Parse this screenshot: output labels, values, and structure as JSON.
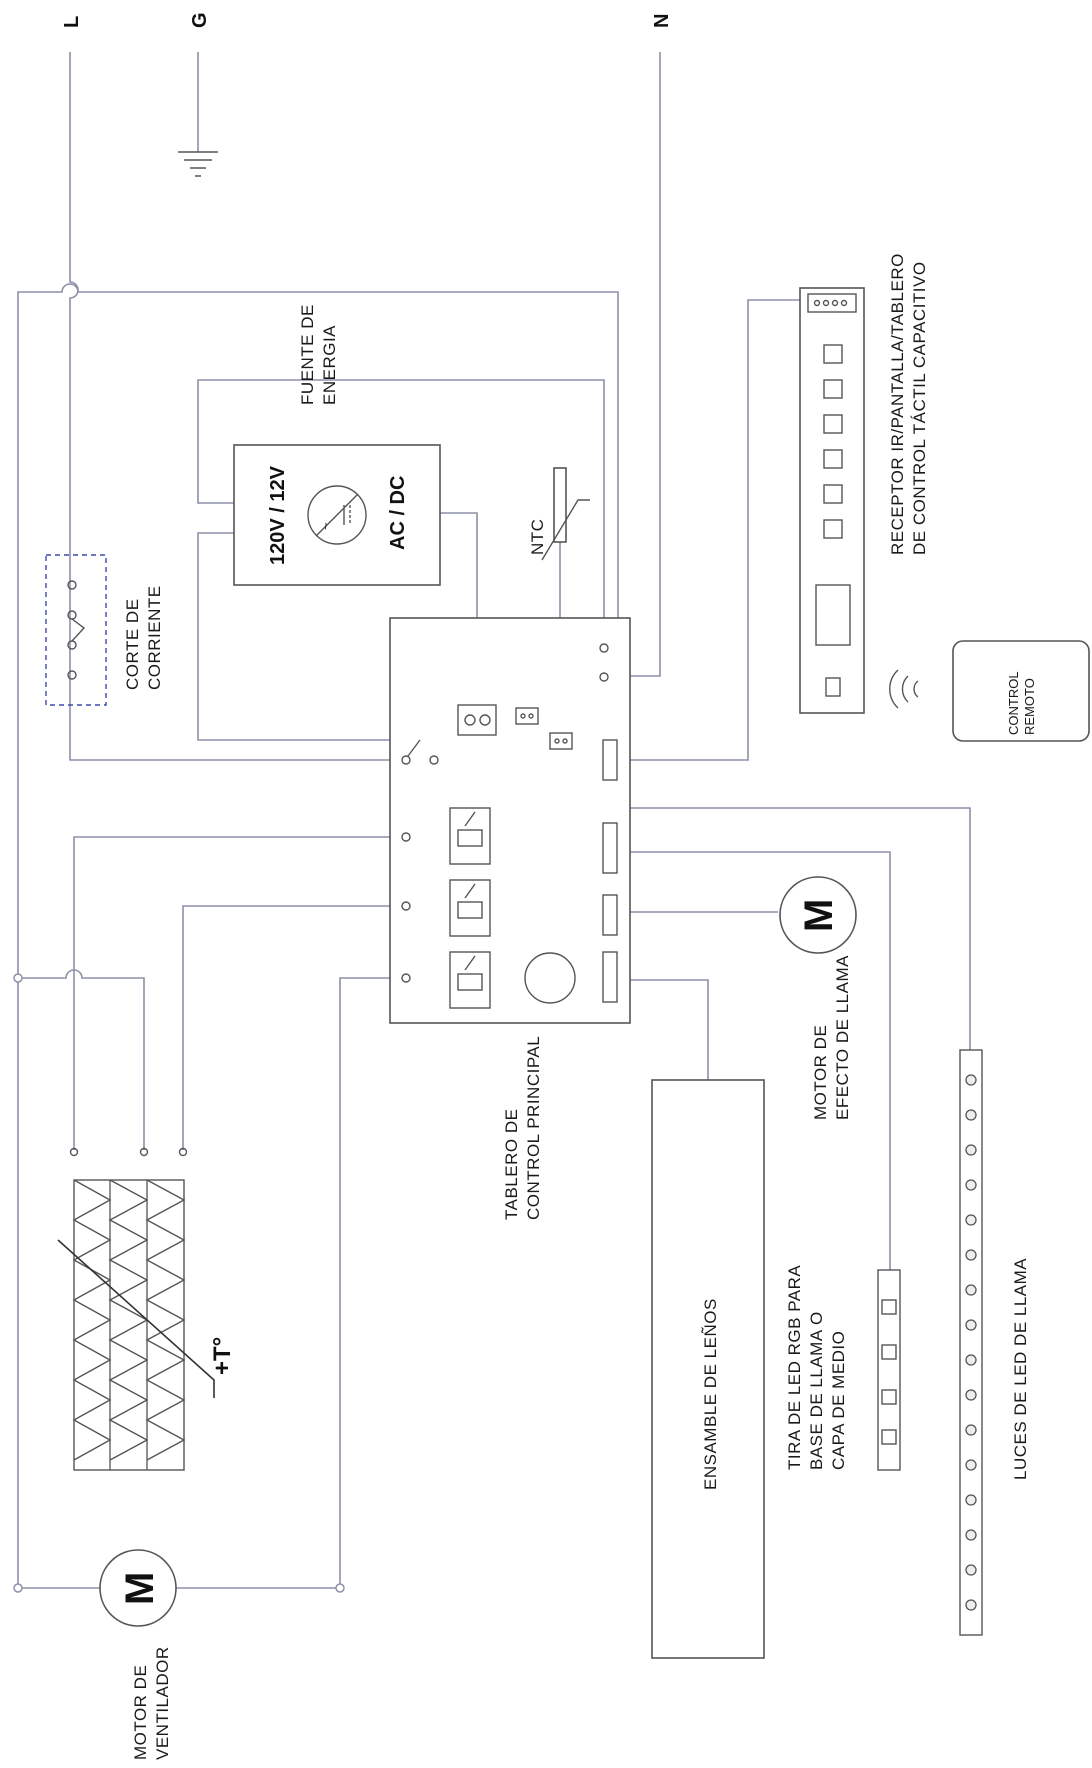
{
  "diagram": {
    "terminals": {
      "line": "L",
      "ground": "G",
      "neutral": "N"
    },
    "labels": {
      "cutoff": [
        "CORTE DE",
        "CORRIENTE"
      ],
      "power_supply": [
        "FUENTE DE",
        "ENERGIA"
      ],
      "voltage": "120V / 12V",
      "acdc": "AC / DC",
      "ntc": "NTC",
      "receiver": [
        "RECEPTOR IR/PANTALLA/TABLERO",
        "DE CONTROL TÁCTIL CAPACITIVO"
      ],
      "remote": [
        "CONTROL",
        "REMOTO"
      ],
      "main_board": [
        "TABLERO DE",
        "CONTROL PRINCIPAL"
      ],
      "flame_motor": [
        "MOTOR DE",
        "EFECTO DE LLAMA"
      ],
      "log_set": "ENSAMBLE DE LEÑOS",
      "rgb_strip": [
        "TIRA DE LED RGB PARA",
        "BASE DE LLAMA O",
        "CAPA DE MEDIO"
      ],
      "flame_leds": "LUCES DE LED DE LLAMA",
      "fan_motor": [
        "MOTOR DE",
        "VENTILADOR"
      ],
      "heater_temp": "+T°",
      "motor_symbol": "M"
    }
  }
}
